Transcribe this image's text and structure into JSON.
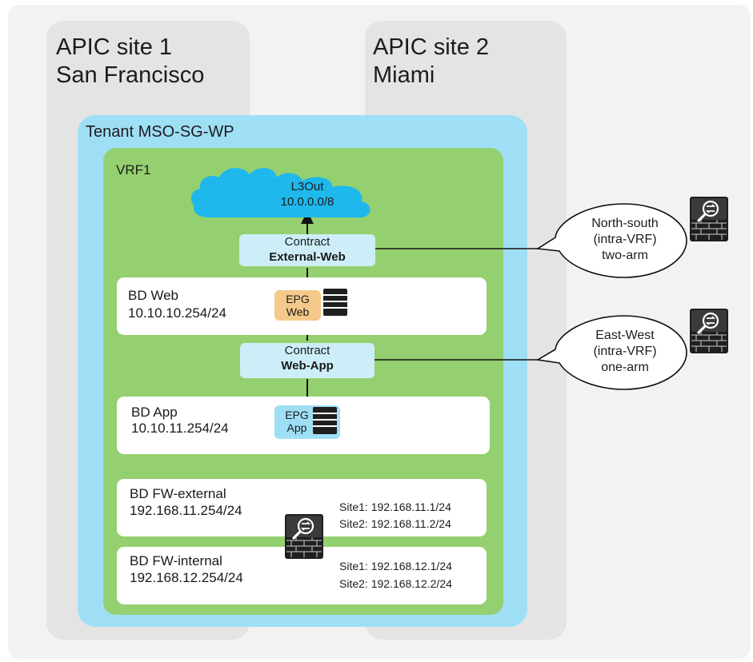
{
  "sites": [
    {
      "title": "APIC site 1",
      "subtitle": "San Francisco"
    },
    {
      "title": "APIC site 2",
      "subtitle": "Miami"
    }
  ],
  "tenant": {
    "label": "Tenant MSO-SG-WP"
  },
  "vrf": {
    "label": "VRF1"
  },
  "l3out": {
    "name": "L3Out",
    "subnet": "10.0.0.0/8"
  },
  "contracts": [
    {
      "label": "Contract",
      "name": "External-Web"
    },
    {
      "label": "Contract",
      "name": "Web-App"
    }
  ],
  "bd_web": {
    "name": "BD Web",
    "subnet": "10.10.10.254/24",
    "epg_line1": "EPG",
    "epg_line2": "Web"
  },
  "bd_app": {
    "name": "BD App",
    "subnet": "10.10.11.254/24",
    "epg_line1": "EPG",
    "epg_line2": "App"
  },
  "bd_fw_external": {
    "name": "BD FW-external",
    "subnet": "192.168.11.254/24",
    "site1": "Site1: 192.168.11.1/24",
    "site2": "Site2: 192.168.11.2/24"
  },
  "bd_fw_internal": {
    "name": "BD FW-internal",
    "subnet": "192.168.12.254/24",
    "site1": "Site1: 192.168.12.1/24",
    "site2": "Site2: 192.168.12.2/24"
  },
  "callouts": [
    {
      "line1": "North-south",
      "line2": "(intra-VRF)",
      "line3": "two-arm"
    },
    {
      "line1": "East-West",
      "line2": "(intra-VRF)",
      "line3": "one-arm"
    }
  ],
  "colors": {
    "tenant": "#9fdff6",
    "vrf": "#95d070",
    "cloud": "#1fb8ec",
    "epg_web": "#f5c98a",
    "epg_app": "#9fdff6",
    "firewall": "#2b2b2b"
  }
}
